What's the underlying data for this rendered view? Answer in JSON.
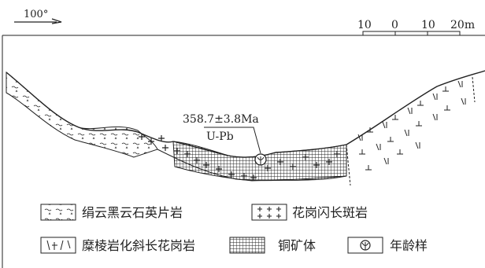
{
  "orientation": {
    "label": "100°"
  },
  "scale_bar": {
    "ticks": [
      "10",
      "0",
      "10",
      "20m"
    ]
  },
  "sample": {
    "age": "358.7±3.8Ma",
    "method": "U-Pb",
    "icon": "sample-point-icon"
  },
  "legend": {
    "items": [
      {
        "key": "sericite",
        "label": "绢云黑云石英片岩",
        "icon": "sericite-schist-pattern-icon"
      },
      {
        "key": "granite_porphyry",
        "label": "花岗闪长斑岩",
        "icon": "granodiorite-porphyry-pattern-icon"
      },
      {
        "key": "mylonite",
        "label": "糜棱岩化斜长花岗岩",
        "icon": "mylonitized-plagiogranite-pattern-icon"
      },
      {
        "key": "ore",
        "label": "铜矿体",
        "icon": "copper-orebody-pattern-icon"
      },
      {
        "key": "age_sample",
        "label": "年龄样",
        "icon": "age-sample-icon"
      }
    ]
  },
  "colors": {
    "ink": "#222222",
    "background": "#ffffff"
  }
}
